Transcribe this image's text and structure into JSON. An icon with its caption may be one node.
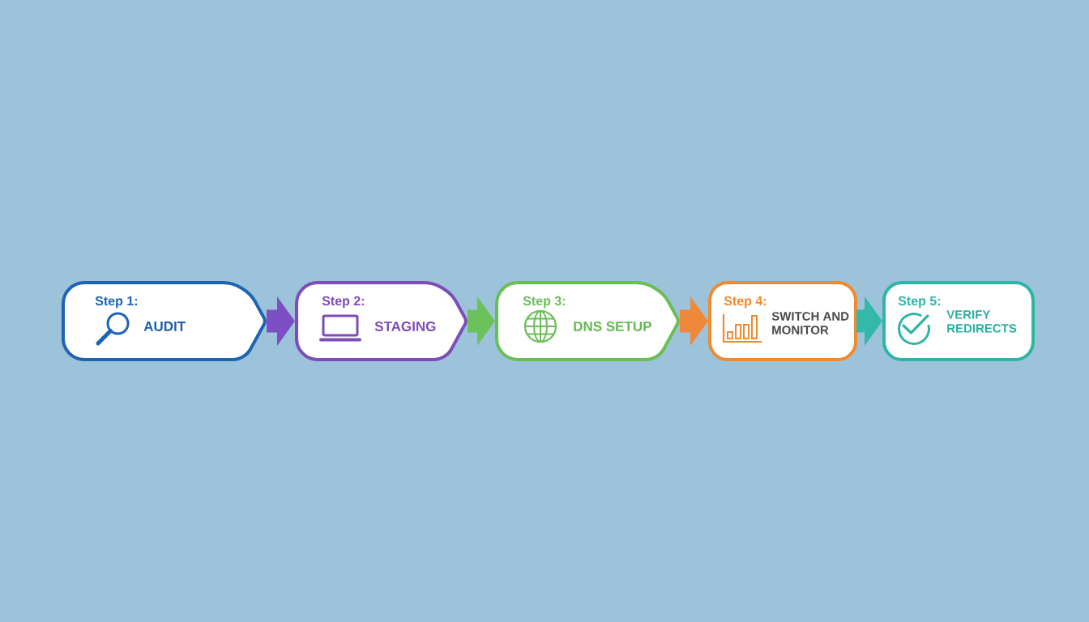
{
  "diagram": {
    "nodes": [
      {
        "text": [
          "Step 1:",
          "AUDIT"
        ]
      },
      {
        "text": [
          "Step 2:",
          "STAGING"
        ]
      },
      {
        "text": [
          "Step 3:",
          "DNS SETUP"
        ]
      },
      {
        "text": [
          "Step 4:",
          "SWITCH AND MONITOR"
        ]
      },
      {
        "text": [
          "Step 5:",
          "VERIFY REDIRECTS"
        ]
      }
    ],
    "edges": [
      {
        "from": 0,
        "to": 1,
        "arrow": "to",
        "color": "#7c50c2"
      },
      {
        "from": 1,
        "to": 2,
        "arrow": "to",
        "color": "#6cc25a"
      },
      {
        "from": 2,
        "to": 3,
        "arrow": "to",
        "color": "#f0883a"
      },
      {
        "from": 3,
        "to": 4,
        "arrow": "to",
        "color": "#33b8a9"
      }
    ]
  }
}
